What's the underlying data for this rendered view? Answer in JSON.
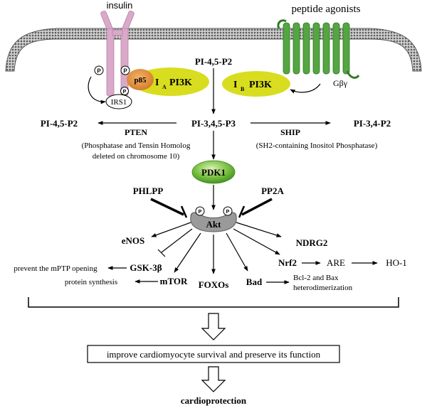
{
  "receptors": {
    "insulin": "insulin",
    "peptide_agonists": "peptide agonists",
    "g_beta_gamma": "Gβγ"
  },
  "phospho": "P",
  "pi3k": {
    "p85": "p85",
    "class_a_prefix": "I",
    "class_a_sub": "A",
    "class_a_name": "PI3K",
    "class_b_prefix": "I",
    "class_b_sub": "B",
    "class_b_name": "PI3K",
    "irs1": "IRS1"
  },
  "lipids": {
    "pip2_top": "PI-4,5-P2",
    "pip3": "PI-3,4,5-P3",
    "pip2_left": "PI-4,5-P2",
    "pi34p2": "PI-3,4-P2"
  },
  "phosphatases": {
    "pten": "PTEN",
    "pten_desc_1": "(Phosphatase and Tensin Homolog",
    "pten_desc_2": "deleted on chromosome 10)",
    "ship": "SHIP",
    "ship_desc": "(SH2-containing Inositol  Phosphatase)",
    "phlpp": "PHLPP",
    "pp2a": "PP2A"
  },
  "kinases": {
    "pdk1": "PDK1",
    "akt": "Akt"
  },
  "targets": {
    "enos": "eNOS",
    "gsk3b": "GSK-3β",
    "mtor": "mTOR",
    "foxos": "FOXOs",
    "bad": "Bad",
    "nrf2": "Nrf2",
    "ndrg2": "NDRG2",
    "are": "ARE",
    "ho1": "HO-1"
  },
  "effects": {
    "mptp": "prevent the mPTP opening",
    "protein": "protein synthesis",
    "bcl2_1": "Bcl-2 and Bax",
    "bcl2_2": "heterodimerization"
  },
  "outcomes": {
    "box_text": "improve cardiomyocyte survival and preserve its function",
    "final": "cardioprotection"
  },
  "colors": {
    "receptor_pink": "#d9a9c9",
    "gpcr_green": "#55a543",
    "pi3k_yellow": "#d8dd1f",
    "p85_orange": "#e38a2d",
    "pdk1_green": "#7ac142",
    "akt_gray": "#9a9a9a"
  }
}
